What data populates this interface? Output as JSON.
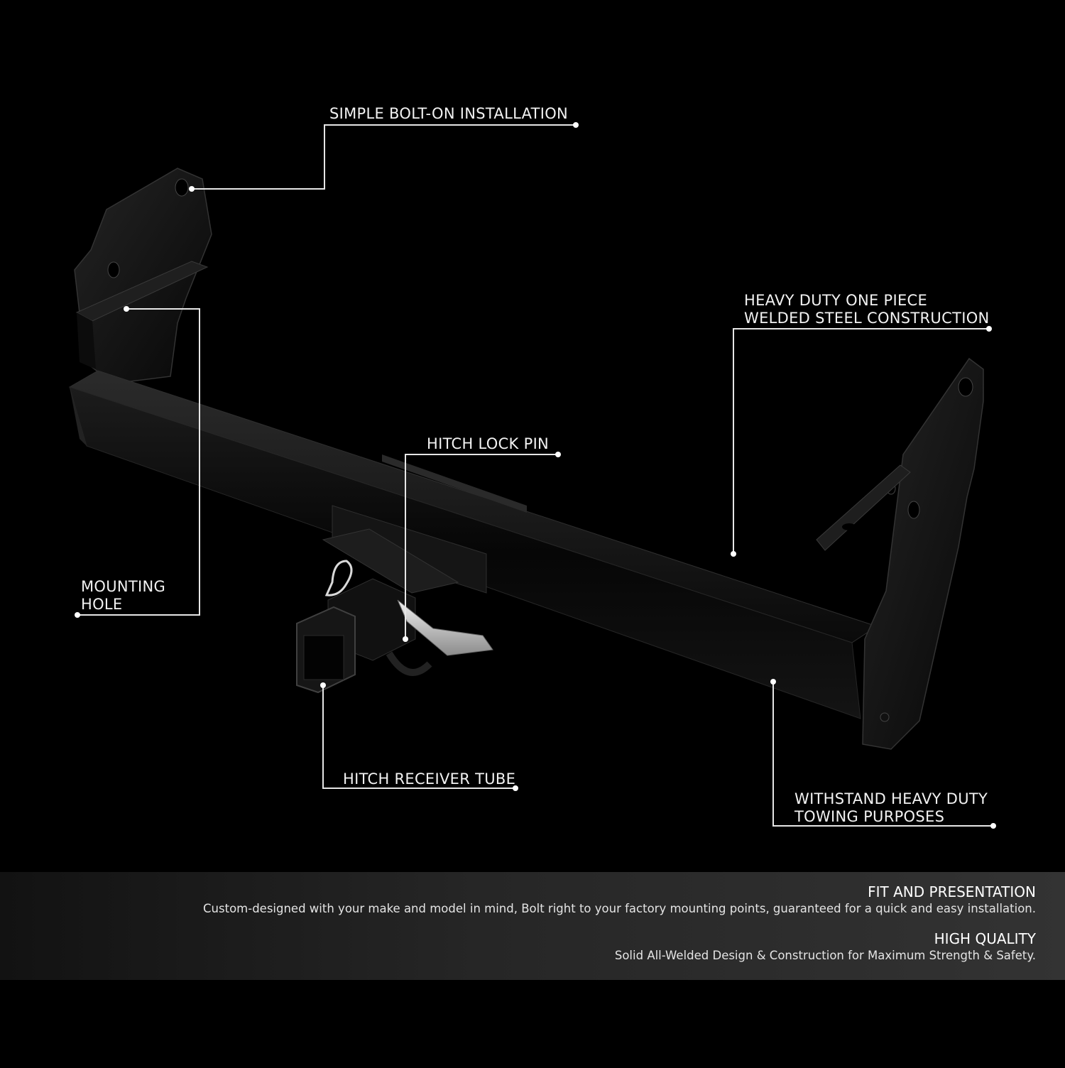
{
  "callouts": {
    "bolt_on": "SIMPLE BOLT-ON INSTALLATION",
    "heavy_duty_line1": "HEAVY DUTY ONE PIECE",
    "heavy_duty_line2": "WELDED STEEL CONSTRUCTION",
    "lock_pin": "HITCH LOCK PIN",
    "mounting_hole_line1": "MOUNTING",
    "mounting_hole_line2": "HOLE",
    "receiver_tube": "HITCH RECEIVER TUBE",
    "towing_line1": "WITHSTAND HEAVY DUTY",
    "towing_line2": "TOWING PURPOSES"
  },
  "panel": {
    "fit_title": "FIT AND PRESENTATION",
    "fit_text": "Custom-designed with your make and model in mind, Bolt right to your factory mounting points, guaranteed for a quick and easy installation.",
    "quality_title": "HIGH QUALITY",
    "quality_text": "Solid All-Welded Design & Construction for Maximum Strength & Safety."
  },
  "colors": {
    "background": "#000000",
    "callout_line": "#e6e6e6",
    "panel": "#2a2a2a"
  },
  "image": {
    "subject": "black trailer hitch receiver with pin and clip"
  }
}
